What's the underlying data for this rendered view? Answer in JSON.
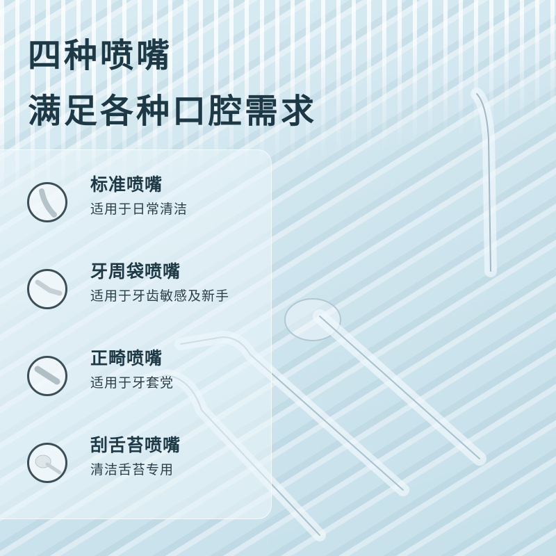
{
  "headline": {
    "line1": "四种喷嘴",
    "line2": "满足各种口腔需求"
  },
  "nozzles": [
    {
      "title": "标准喷嘴",
      "desc": "适用于日常清洁",
      "icon": "standard-nozzle-icon"
    },
    {
      "title": "牙周袋喷嘴",
      "desc": "适用于牙齿敏感及新手",
      "icon": "periodontal-nozzle-icon"
    },
    {
      "title": "正畸喷嘴",
      "desc": "适用于牙套党",
      "icon": "orthodontic-nozzle-icon"
    },
    {
      "title": "刮舌苔喷嘴",
      "desc": "清洁舌苔专用",
      "icon": "tongue-cleaner-nozzle-icon"
    }
  ],
  "colors": {
    "text": "#1d3945",
    "background": "#cfe5ee"
  }
}
